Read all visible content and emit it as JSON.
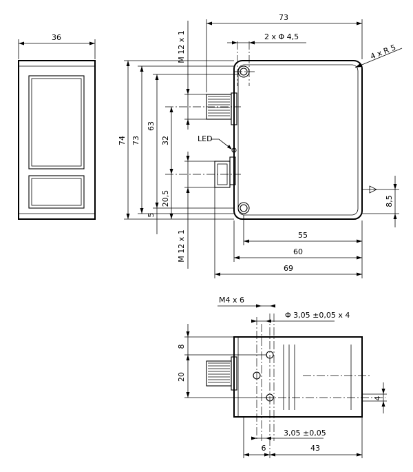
{
  "front_view": {
    "width_label": "36"
  },
  "side_view": {
    "dim_73_top": "73",
    "holes_label": "2 x Φ 4,5",
    "radius_label": "4 x R 5",
    "conn_top_label": "M 12 x 1",
    "conn_bottom_label": "M 12 x 1",
    "led_label": "LED",
    "dim_74": "74",
    "dim_73_left": "73",
    "dim_63": "63",
    "dim_32": "32",
    "dim_20_5": "20,5",
    "dim_5": "5",
    "dim_8_5": "8,5",
    "dim_55": "55",
    "dim_60": "60",
    "dim_69": "69"
  },
  "bottom_view": {
    "thread_label": "M4 x 6",
    "holes_label": "Φ  3,05 ±0,05  x 4",
    "dim_8": "8",
    "dim_20": "20",
    "dim_4": "4",
    "tol_label": "3,05 ±0,05",
    "dim_6": "6",
    "dim_43": "43"
  }
}
